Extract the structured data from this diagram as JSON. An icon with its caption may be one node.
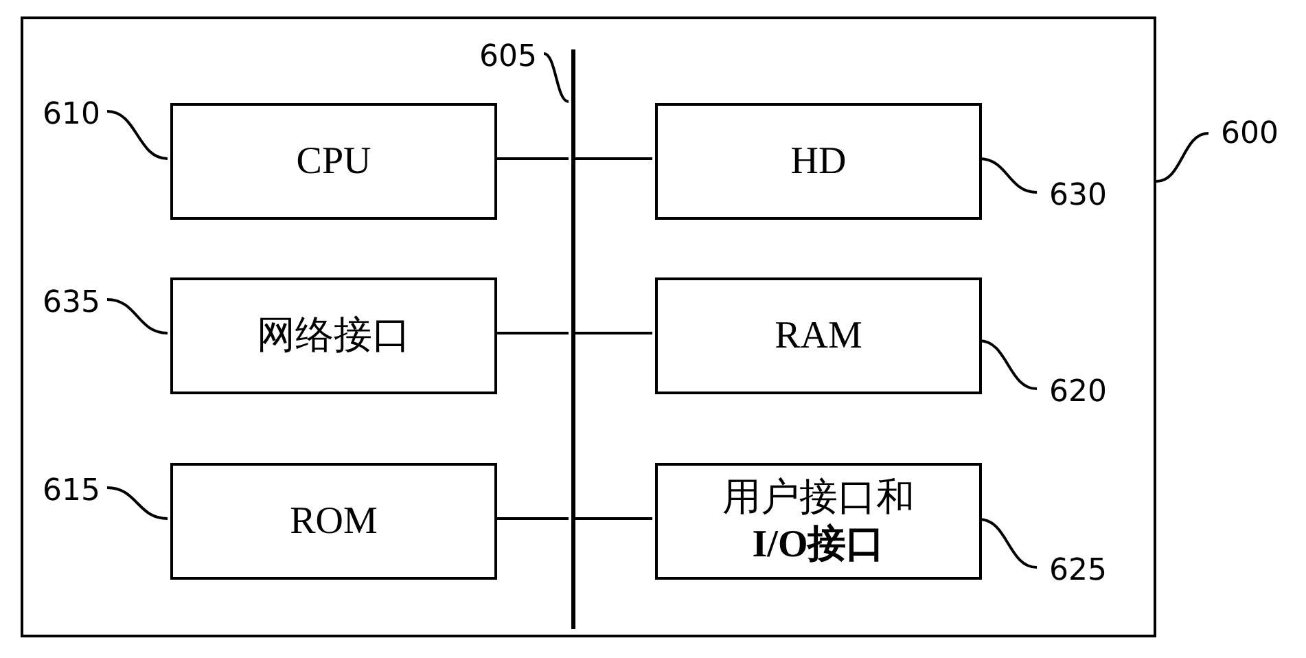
{
  "diagram": {
    "nodes": [
      {
        "text": [],
        "shape": "box"
      },
      {
        "text": [
          "CPU"
        ],
        "in": 0
      },
      {
        "text": [
          "HD"
        ],
        "in": 0
      },
      {
        "text": [
          "网络接口"
        ],
        "in": 0
      },
      {
        "text": [
          "RAM"
        ],
        "in": 0
      },
      {
        "text": [
          "ROM"
        ],
        "in": 0
      },
      {
        "text": [
          "用户接口和**I/O接口**"
        ],
        "in": 0
      },
      {
        "text": [],
        "shape": "bar",
        "in": 0
      },
      {
        "text": [
          "600"
        ]
      },
      {
        "text": [
          "605"
        ],
        "in": 0
      },
      {
        "text": [
          "610"
        ],
        "in": 0
      },
      {
        "text": [
          "630"
        ],
        "in": 0
      },
      {
        "text": [
          "635"
        ],
        "in": 0
      },
      {
        "text": [
          "620"
        ],
        "in": 0
      },
      {
        "text": [
          "615"
        ],
        "in": 0
      },
      {
        "text": [
          "625"
        ],
        "in": 0
      }
    ],
    "edges": [
      {
        "from": 1,
        "to": 7,
        "arrow": "none"
      },
      {
        "from": 7,
        "to": 2,
        "arrow": "none"
      },
      {
        "from": 3,
        "to": 7,
        "arrow": "none"
      },
      {
        "from": 7,
        "to": 4,
        "arrow": "none"
      },
      {
        "from": 5,
        "to": 7,
        "arrow": "none"
      },
      {
        "from": 7,
        "to": 6,
        "arrow": "none"
      },
      {
        "from": 8,
        "to": 0,
        "arrow": "none"
      },
      {
        "from": 9,
        "to": 7,
        "arrow": "none"
      },
      {
        "from": 10,
        "to": 1,
        "arrow": "none"
      },
      {
        "from": 11,
        "to": 2,
        "arrow": "none"
      },
      {
        "from": 12,
        "to": 3,
        "arrow": "none"
      },
      {
        "from": 13,
        "to": 4,
        "arrow": "none"
      },
      {
        "from": 14,
        "to": 5,
        "arrow": "none"
      },
      {
        "from": 15,
        "to": 6,
        "arrow": "none"
      }
    ]
  }
}
